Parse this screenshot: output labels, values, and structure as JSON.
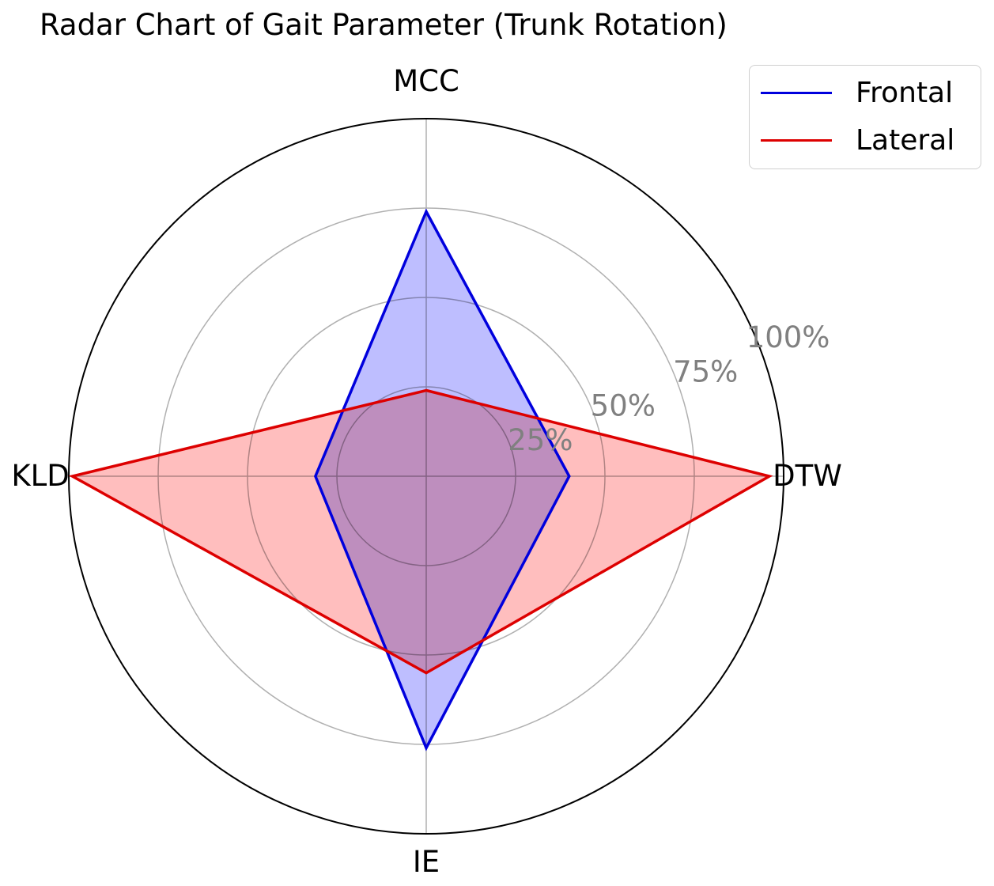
{
  "chart_data": {
    "type": "radar",
    "title": "Radar Chart of Gait Parameter (Trunk Rotation)",
    "axes": [
      "MCC",
      "DTW",
      "IE",
      "KLD"
    ],
    "radial_ticks": [
      "25%",
      "50%",
      "75%",
      "100%"
    ],
    "radial_range": [
      0,
      100
    ],
    "series": [
      {
        "name": "Frontal",
        "values": [
          74,
          40,
          76,
          31
        ],
        "color": "#0000dd",
        "fill": "#bbbbff"
      },
      {
        "name": "Lateral",
        "values": [
          24,
          96,
          55,
          99
        ],
        "color": "#dd0000",
        "fill": "#ffbbbb"
      }
    ],
    "grid": true,
    "legend": "top-right"
  }
}
